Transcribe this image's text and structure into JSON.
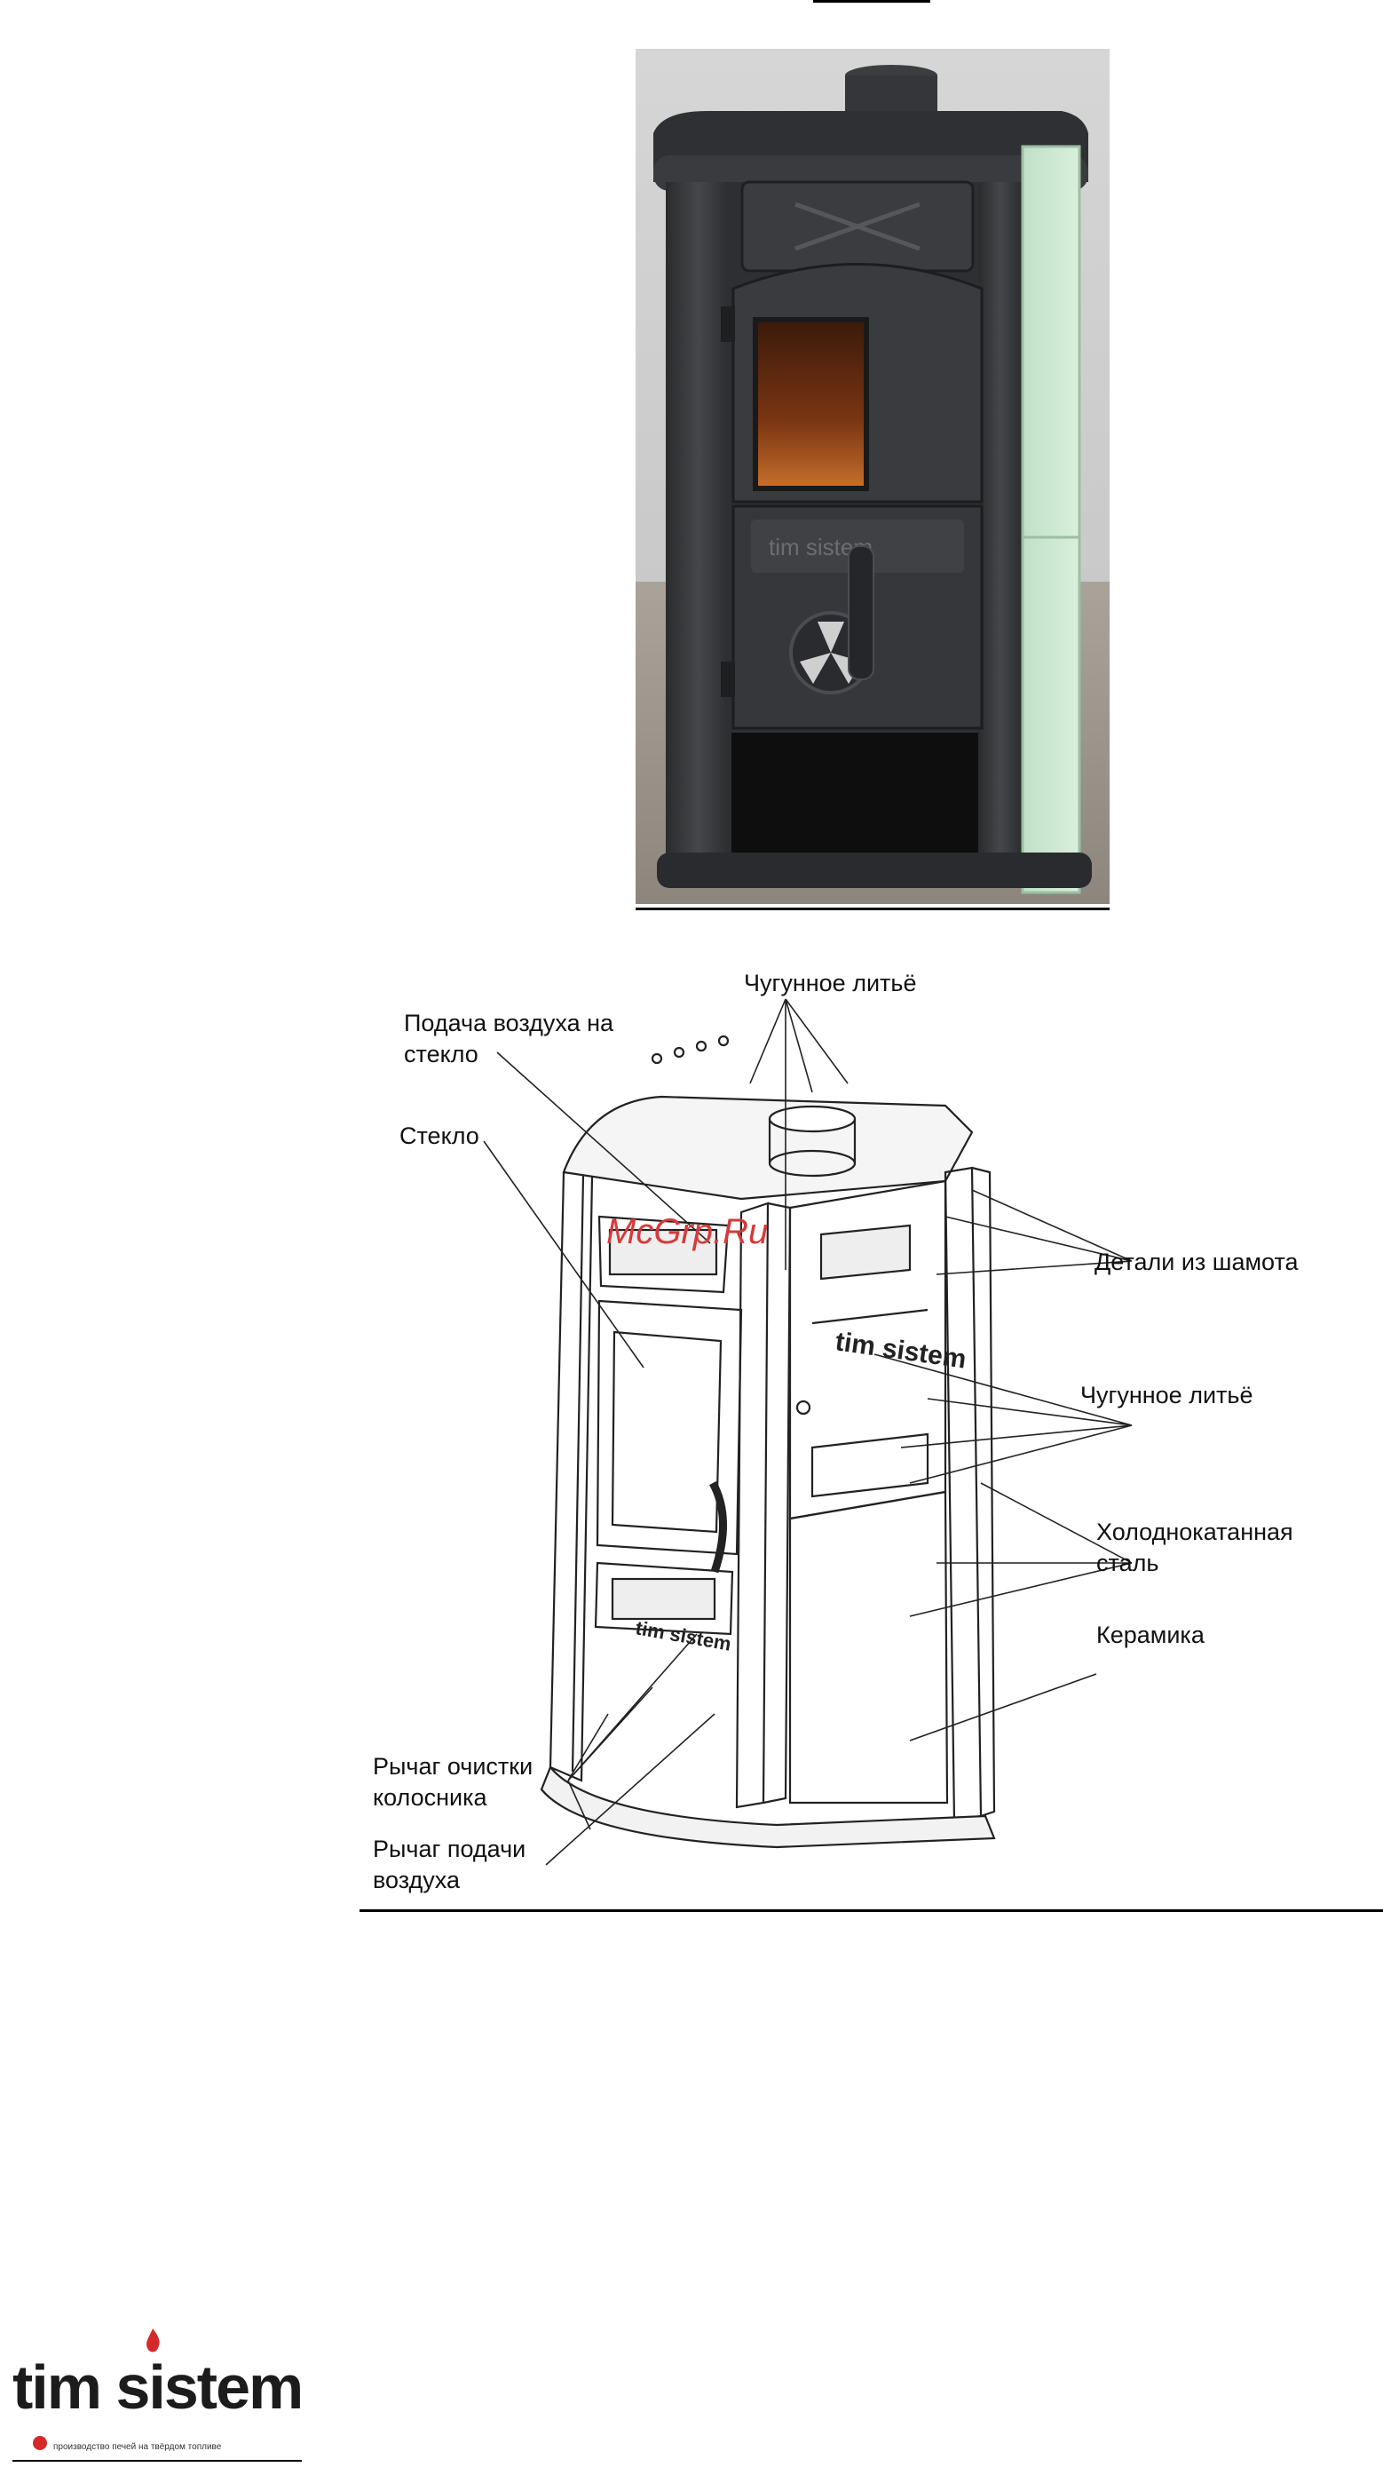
{
  "labels": {
    "cast_top": "Чугунное литьё",
    "air_glass": "Подача воздуха на\nстекло",
    "glass": "Стекло",
    "chamotte": "Детали из шамота",
    "cast_mid": "Чугунное литьё",
    "steel": "Холоднокатанная\nсталь",
    "ceramic": "Керамика",
    "grate_lever": "Рычаг очистки\nколосника",
    "air_lever": "Рычаг подачи\nвоздуха"
  },
  "brand_on_stove": "tim sistem",
  "watermark": "McGrp.Ru",
  "logo": {
    "name": "tim sistem",
    "tagline": "производство печей на твёрдом топливе",
    "accent_color": "#d62a2a"
  }
}
